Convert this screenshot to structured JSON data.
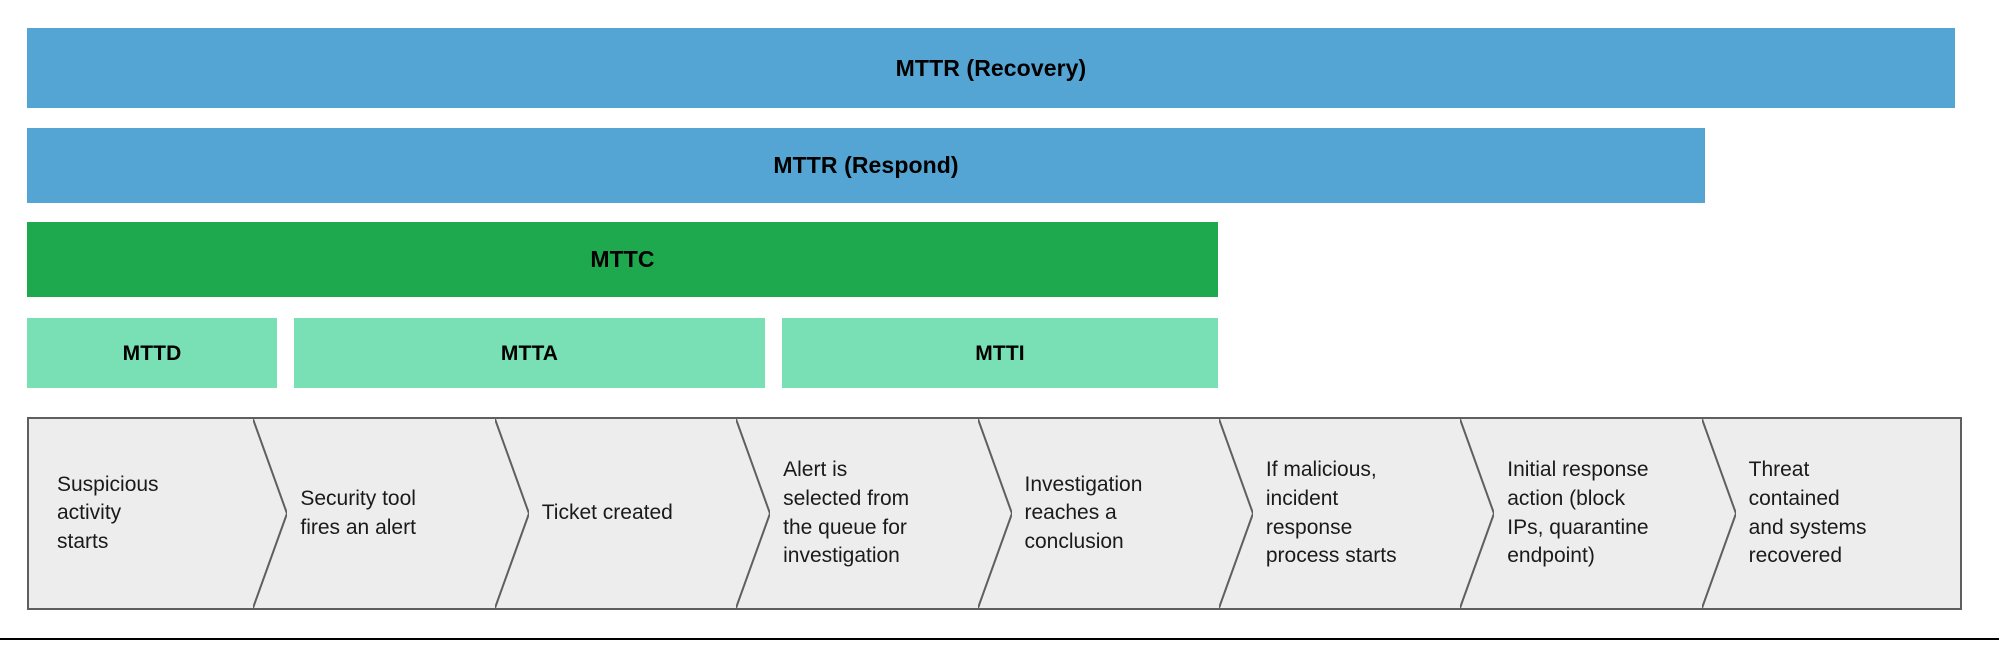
{
  "colors": {
    "bar_blue": "#55a5d4",
    "bar_green": "#1fa94e",
    "bar_light_green": "#79dfb4",
    "flow_fill": "#ededed",
    "flow_stroke": "#5f5f5f",
    "text": "#1a1a1a",
    "background": "#ffffff"
  },
  "metric_bars": [
    {
      "id": "mttr-recovery",
      "label": "MTTR (Recovery)",
      "color": "#55a5d4",
      "row": 1,
      "span_steps": 8
    },
    {
      "id": "mttr-respond",
      "label": "MTTR (Respond)",
      "color": "#55a5d4",
      "row": 2,
      "span_steps": 7
    },
    {
      "id": "mttc",
      "label": "MTTC",
      "color": "#1fa94e",
      "row": 3,
      "span_steps": 5
    },
    {
      "id": "mttd",
      "label": "MTTD",
      "color": "#79dfb4",
      "row": 4,
      "span_steps": 1
    },
    {
      "id": "mtta",
      "label": "MTTA",
      "color": "#79dfb4",
      "row": 4,
      "span_steps": 2
    },
    {
      "id": "mtti",
      "label": "MTTI",
      "color": "#79dfb4",
      "row": 4,
      "span_steps": 2
    }
  ],
  "flow": {
    "steps": [
      {
        "index": 1,
        "text": "Suspicious\nactivity\nstarts"
      },
      {
        "index": 2,
        "text": "Security tool\nfires an alert"
      },
      {
        "index": 3,
        "text": "Ticket created"
      },
      {
        "index": 4,
        "text": "Alert is\nselected from\nthe queue for\ninvestigation"
      },
      {
        "index": 5,
        "text": "Investigation\nreaches a\nconclusion"
      },
      {
        "index": 6,
        "text": "If malicious,\nincident\nresponse\nprocess starts"
      },
      {
        "index": 7,
        "text": "Initial response\naction (block\nIPs, quarantine\nendpoint)"
      },
      {
        "index": 8,
        "text": "Threat\ncontained\nand systems\nrecovered"
      }
    ]
  },
  "chart_data": {
    "type": "bar",
    "title": "",
    "orientation": "horizontal",
    "xlabel": "",
    "ylabel": "",
    "grid": false,
    "legend": "none",
    "x_axis_categories": [
      "Suspicious activity starts",
      "Security tool fires an alert",
      "Ticket created",
      "Alert is selected from the queue for investigation",
      "Investigation reaches a conclusion",
      "If malicious, incident response process starts",
      "Initial response action (block IPs, quarantine endpoint)",
      "Threat contained and systems recovered"
    ],
    "series": [
      {
        "name": "MTTR (Recovery)",
        "start_step": 1,
        "end_step": 8,
        "value": 8,
        "color": "#55a5d4"
      },
      {
        "name": "MTTR (Respond)",
        "start_step": 1,
        "end_step": 7,
        "value": 7,
        "color": "#55a5d4"
      },
      {
        "name": "MTTC",
        "start_step": 1,
        "end_step": 5,
        "value": 5,
        "color": "#1fa94e"
      },
      {
        "name": "MTTD",
        "start_step": 1,
        "end_step": 1,
        "value": 1,
        "color": "#79dfb4"
      },
      {
        "name": "MTTA",
        "start_step": 2,
        "end_step": 3,
        "value": 2,
        "color": "#79dfb4"
      },
      {
        "name": "MTTI",
        "start_step": 4,
        "end_step": 5,
        "value": 2,
        "color": "#79dfb4"
      }
    ],
    "xlim": [
      0,
      8
    ]
  }
}
